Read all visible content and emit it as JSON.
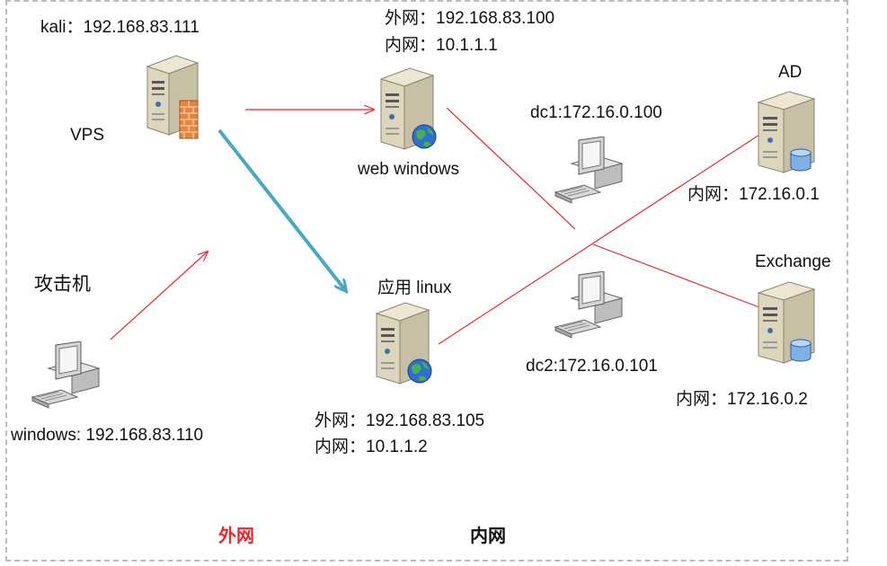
{
  "colors": {
    "link": "#e8282d",
    "arrow": "#4aa8c4",
    "outside_zone": "#e8282d",
    "inside_zone": "#111111",
    "frame": "#bdbdbd"
  },
  "nodes": {
    "kali_vps": {
      "ip_label": "kali：192.168.83.111",
      "name": "VPS",
      "icon": "server-firewall-icon"
    },
    "web_windows": {
      "outer_ip": "外网：192.168.83.100",
      "inner_ip": "内网：10.1.1.1",
      "name": "web windows",
      "icon": "web-server-icon"
    },
    "attacker": {
      "name": "攻击机",
      "ip_label": "windows: 192.168.83.110",
      "icon": "workstation-icon"
    },
    "app_linux": {
      "name": "应用 linux",
      "outer_ip": "外网：192.168.83.105",
      "inner_ip": "内网：10.1.1.2",
      "icon": "web-server-icon"
    },
    "dc1": {
      "label": "dc1:172.16.0.100",
      "icon": "workstation-icon"
    },
    "dc2": {
      "label": "dc2:172.16.0.101",
      "icon": "workstation-icon"
    },
    "ad": {
      "name": "AD",
      "ip_label": "内网：172.16.0.1",
      "icon": "database-server-icon"
    },
    "exchange": {
      "name": "Exchange",
      "ip_label": "内网：172.16.0.2",
      "icon": "database-server-icon"
    }
  },
  "zones": {
    "outside": "外网",
    "inside": "内网"
  }
}
